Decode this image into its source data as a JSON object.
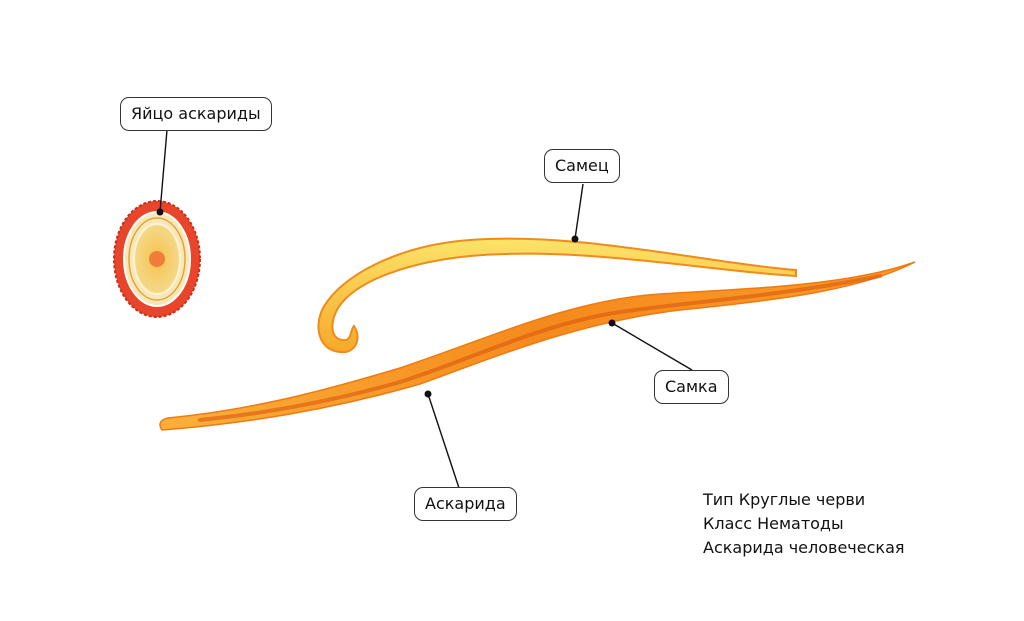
{
  "labels": {
    "egg": "Яйцо аскариды",
    "male": "Самец",
    "female": "Самка",
    "ascaris": "Аскарида"
  },
  "info": {
    "line1": "Тип Круглые черви",
    "line2": "Класс Нематоды",
    "line3": "Аскарида человеческая"
  },
  "colors": {
    "egg_shell": "#e8452a",
    "egg_inner": "#f6c85a",
    "egg_nucleus": "#ee7d3a",
    "male_body": "#fdc630",
    "female_body": "#f8951c",
    "female_stripe": "#d9580f",
    "leader": "#111111"
  }
}
